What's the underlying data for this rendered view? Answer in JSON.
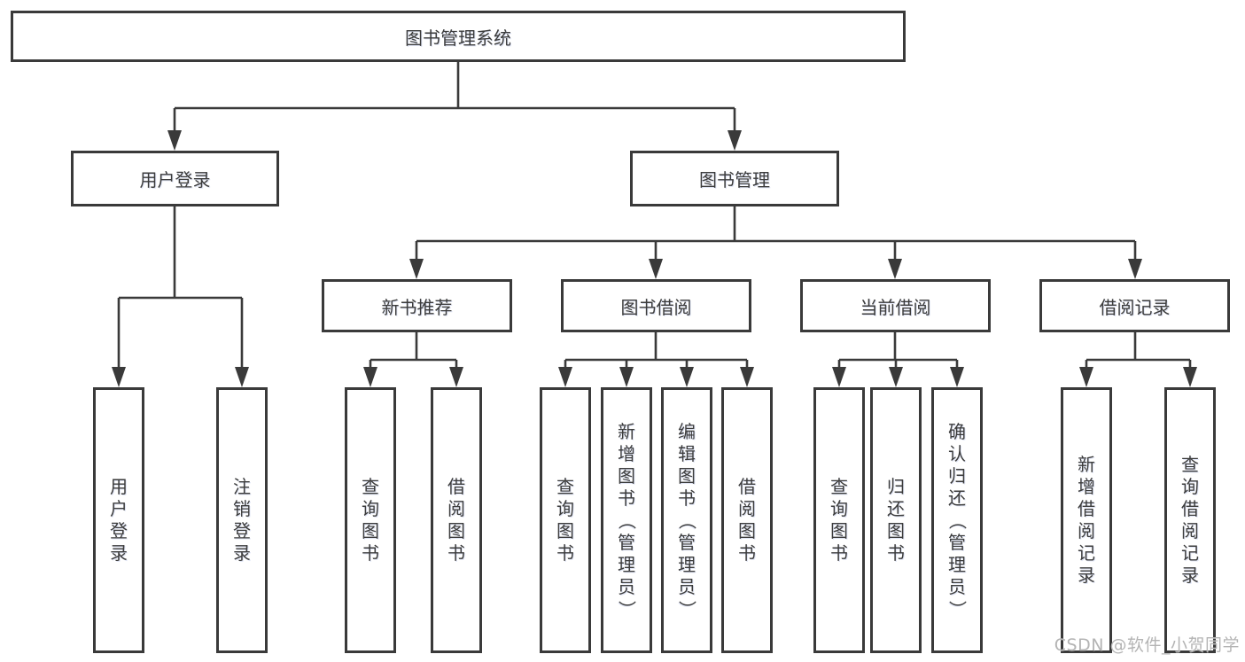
{
  "diagram": {
    "root": {
      "label": "图书管理系统"
    },
    "level2": [
      {
        "label": "用户登录"
      },
      {
        "label": "图书管理"
      }
    ],
    "level3": [
      {
        "label": "新书推荐"
      },
      {
        "label": "图书借阅"
      },
      {
        "label": "当前借阅"
      },
      {
        "label": "借阅记录"
      }
    ],
    "leaves": [
      {
        "label": "用户登录"
      },
      {
        "label": "注销登录"
      },
      {
        "label": "查询图书"
      },
      {
        "label": "借阅图书"
      },
      {
        "label": "查询图书"
      },
      {
        "label": "新增图书（管理员）"
      },
      {
        "label": "编辑图书（管理员）"
      },
      {
        "label": "借阅图书"
      },
      {
        "label": "查询图书"
      },
      {
        "label": "归还图书"
      },
      {
        "label": "确认归还（管理员）"
      },
      {
        "label": "新增借阅记录"
      },
      {
        "label": "查询借阅记录"
      }
    ]
  },
  "watermark": {
    "text": "CSDN @软件_小贺同学"
  },
  "colors": {
    "line": "#3a3a3a",
    "text": "#3c3c3c",
    "background": "#ffffff",
    "watermark": "#b4b4b4"
  }
}
